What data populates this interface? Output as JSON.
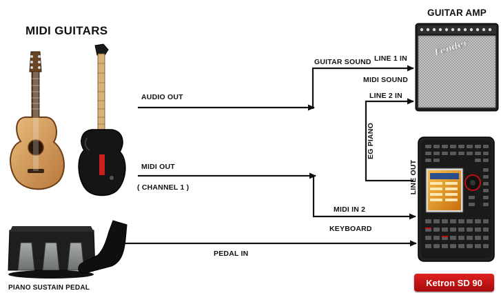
{
  "labels": {
    "midi_guitars": "MIDI GUITARS",
    "guitar_amp": "GUITAR AMP",
    "audio_out": "AUDIO OUT",
    "midi_out": "MIDI OUT",
    "channel_1": "( CHANNEL 1 )",
    "guitar_sound": "GUITAR SOUND",
    "line_1_in": "LINE 1 IN",
    "midi_sound": "MIDI SOUND",
    "line_2_in": "LINE 2 IN",
    "eg_piano": "EG PIANO",
    "line_out": "LINE OUT",
    "midi_in_2": "MIDI IN 2",
    "keyboard": "KEYBOARD",
    "pedal_in": "PEDAL IN",
    "piano_sustain_pedal": "PIANO SUSTAIN PEDAL",
    "ketron_badge": "Ketron SD 90",
    "amp_logo": "Fender"
  },
  "colors": {
    "line": "#111111",
    "badge_top": "#e02020",
    "badge_bottom": "#a50b0b",
    "acoustic_body": "#c98a45",
    "acoustic_top": "#e4b778",
    "electric_body": "#1a1a1a",
    "amp_grille": "#bcbcbc",
    "amp_panel": "#2a2a2a",
    "module_body": "#1c1c1c",
    "module_screen": "#e8a020",
    "pedal_box": "#1e1e1e",
    "pedal_keys": "#8a8f8c"
  }
}
